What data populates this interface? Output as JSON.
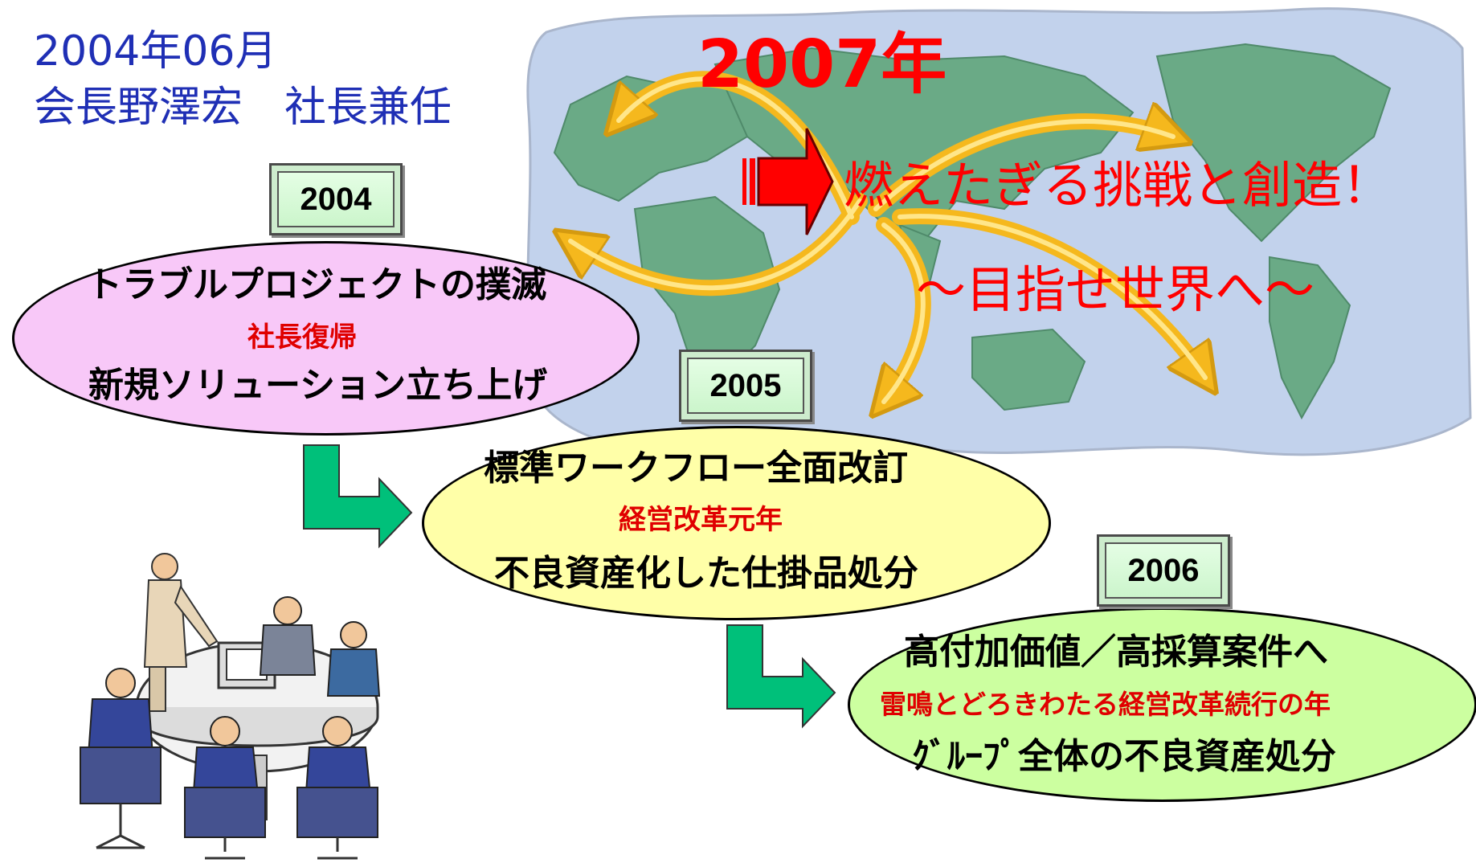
{
  "header": {
    "date": "2004年06月",
    "title": "会長野澤宏　社長兼任"
  },
  "world": {
    "year_label": "2007年",
    "slogan": "燃えたぎる挑戦と創造！",
    "subslogan": "～目指せ世界へ～"
  },
  "stages": [
    {
      "year": "2004",
      "line1": "トラブルプロジェクトの撲滅",
      "line2": "社長復帰",
      "line3": "新規ソリューション立ち上げ"
    },
    {
      "year": "2005",
      "line1": "標準ワークフロー全面改訂",
      "line2": "経営改革元年",
      "line3": "不良資産化した仕掛品処分"
    },
    {
      "year": "2006",
      "line1": "高付加価値／高採算案件へ",
      "line2": "雷鳴とどろきわたる経営改革続行の年",
      "line3": "ｸﾞﾙｰﾌﾟ全体の不良資産処分"
    }
  ],
  "colors": {
    "header_blue": "#1f2fb5",
    "ellipse_2004": "#f8c8f8",
    "ellipse_2005": "#ffffa8",
    "ellipse_2006": "#ccffa0",
    "flow_arrow": "#00c07a",
    "accent_red": "#ff0000",
    "map_sea": "#c2d2ec",
    "map_land": "#6aaa86"
  }
}
